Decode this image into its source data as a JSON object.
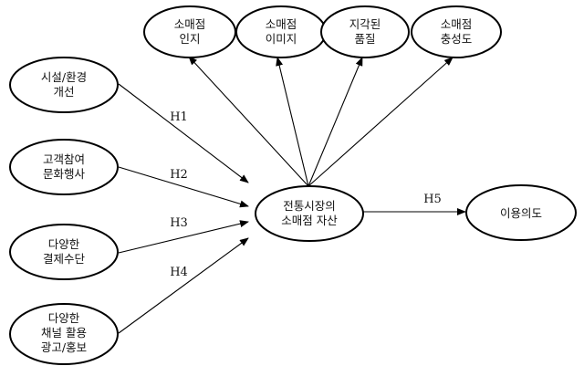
{
  "outcomes": [
    {
      "line1": "소매점",
      "line2": "인지"
    },
    {
      "line1": "소매점",
      "line2": "이미지"
    },
    {
      "line1": "지각된",
      "line2": "품질"
    },
    {
      "line1": "소매점",
      "line2": "충성도"
    }
  ],
  "antecedents": [
    {
      "line1": "시설/환경",
      "line2": "개선"
    },
    {
      "line1": "고객참여",
      "line2": "문화행사"
    },
    {
      "line1": "다양한",
      "line2": "결제수단"
    },
    {
      "line1": "다양한",
      "line2": "채널 활용",
      "line3": "광고/홍보"
    }
  ],
  "center": {
    "line1": "전통시장의",
    "line2": "소매점 자산"
  },
  "result": {
    "label": "이용의도"
  },
  "hypotheses": {
    "h1": "H1",
    "h2": "H2",
    "h3": "H3",
    "h4": "H4",
    "h5": "H5"
  }
}
